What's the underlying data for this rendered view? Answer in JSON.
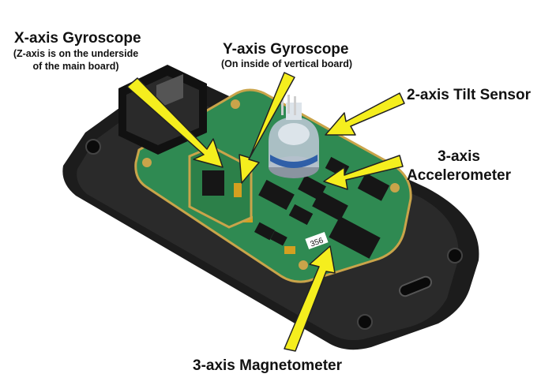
{
  "labels": {
    "x_gyro": {
      "title": "X-axis Gyroscope",
      "note_line1": "(Z-axis is on the underside",
      "note_line2": "of the main board)"
    },
    "y_gyro": {
      "title": "Y-axis Gyroscope",
      "note": "(On inside of vertical board)"
    },
    "tilt": {
      "title": "2-axis Tilt Sensor"
    },
    "accel": {
      "line1": "3-axis",
      "line2": "Accelerometer"
    },
    "magneto": {
      "title": "3-axis Magnetometer"
    }
  },
  "chip_marking": "356",
  "colors": {
    "arrow": "#f5ee1e",
    "pcb": "#2f8a52",
    "enclosure": "#1c1c1c",
    "text": "#111111"
  }
}
